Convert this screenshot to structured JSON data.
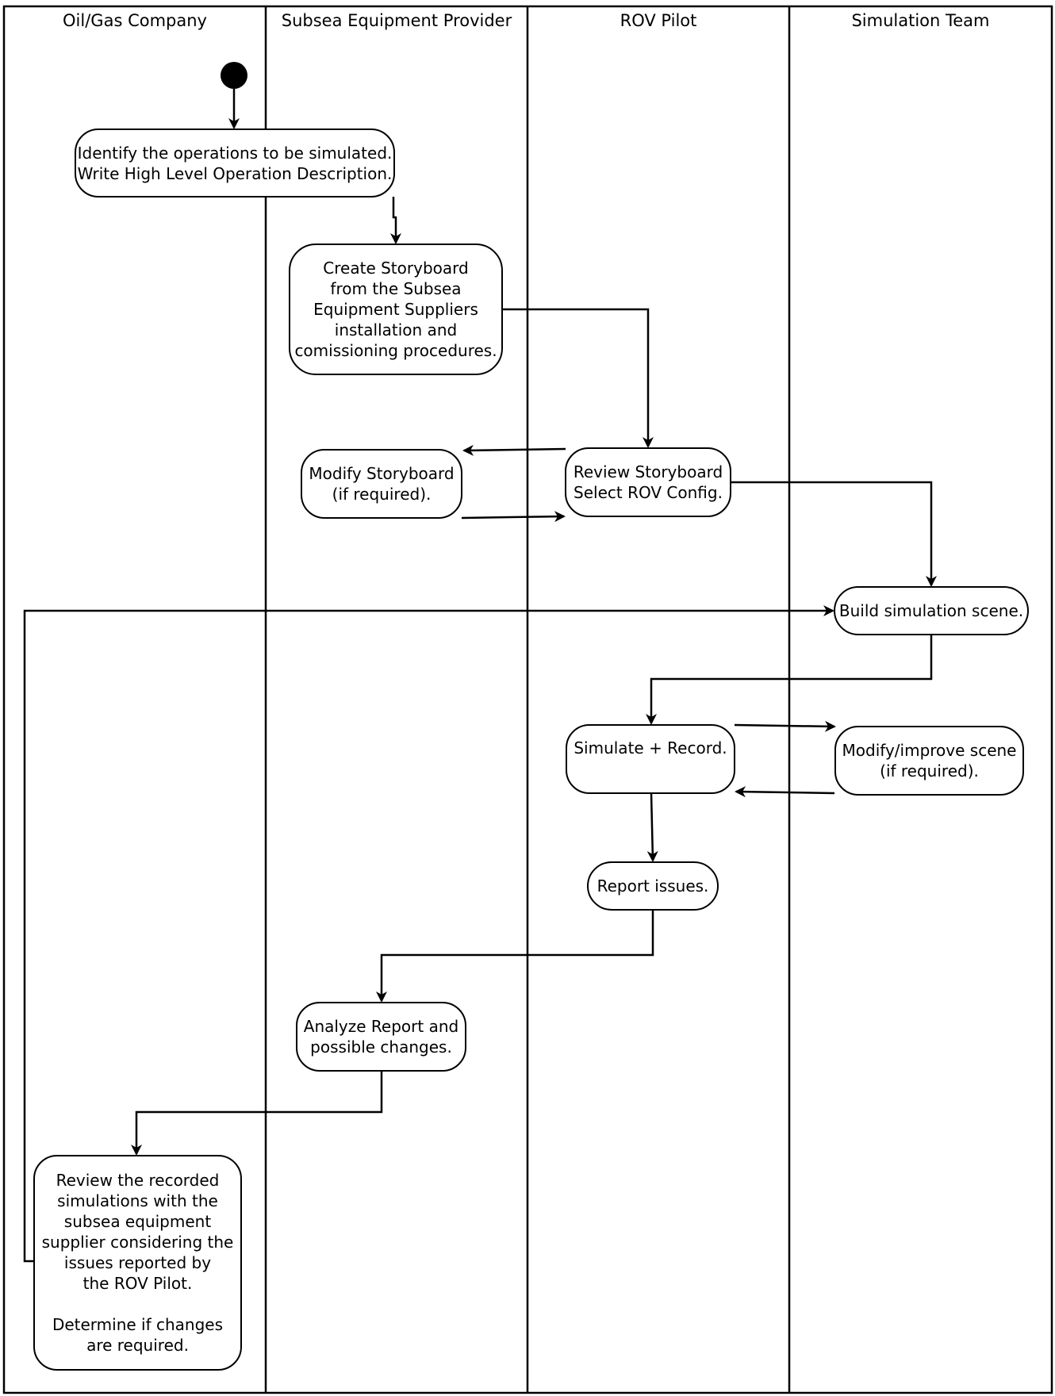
{
  "lanes": [
    {
      "id": "oil-gas",
      "title": "Oil/Gas Company"
    },
    {
      "id": "subsea",
      "title": "Subsea Equipment Provider"
    },
    {
      "id": "rov",
      "title": "ROV Pilot"
    },
    {
      "id": "sim",
      "title": "Simulation Team"
    }
  ],
  "activities": {
    "identify_ops": "Identify the operations to be simulated.\nWrite High Level Operation Description.",
    "create_storyboard": "Create Storyboard\nfrom the Subsea\nEquipment Suppliers\ninstallation and\ncomissioning procedures.",
    "modify_storyboard": "Modify Storyboard\n(if required).",
    "review_storyboard": "Review Storyboard\nSelect ROV Config.",
    "build_scene": "Build simulation scene.",
    "simulate_record": "Simulate + Record.",
    "modify_scene": "Modify/improve scene\n(if required).",
    "report_issues": "Report issues.",
    "analyze_report": "Analyze Report and\npossible changes.",
    "review_recorded": "Review the recorded\nsimulations with the\nsubsea equipment\nsupplier considering the\nissues reported by\nthe ROV Pilot.\n\nDetermine if changes\nare required."
  },
  "colors": {
    "stroke": "#000000",
    "fill": "#ffffff"
  }
}
